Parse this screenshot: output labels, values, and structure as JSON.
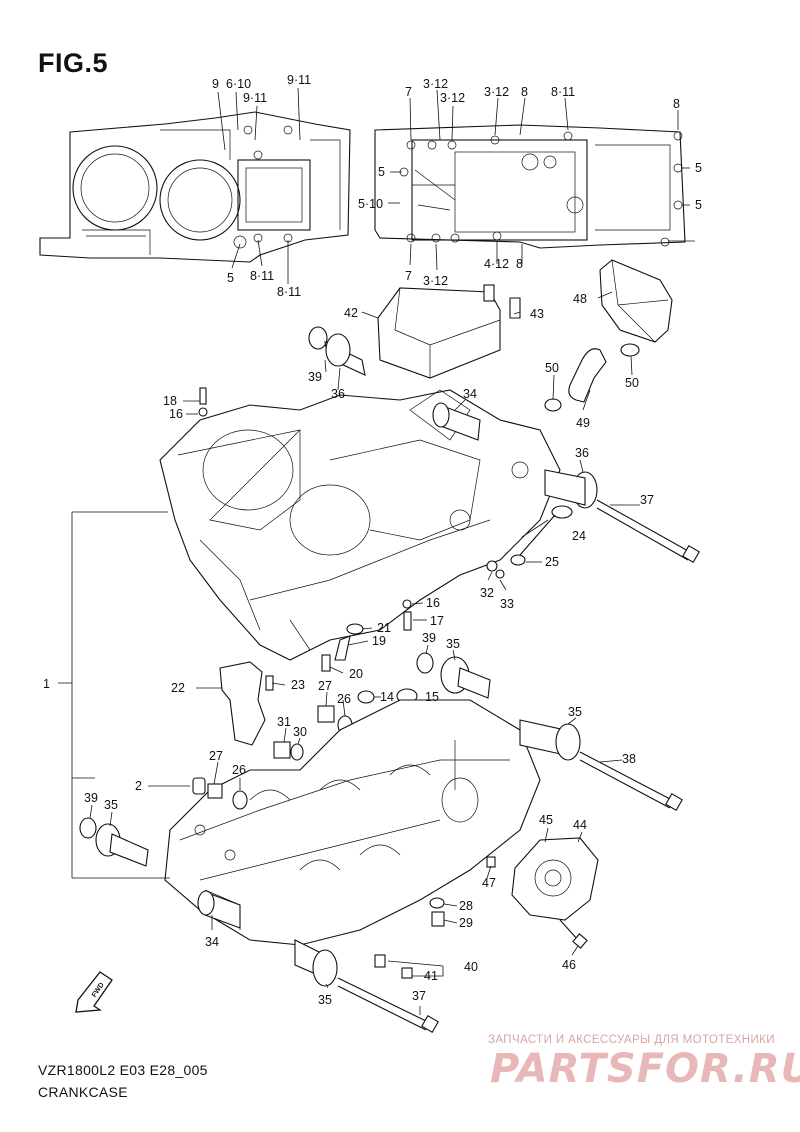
{
  "figure": {
    "title": "FIG.5"
  },
  "footer": {
    "model_code": "VZR1800L2 E03 E28_005",
    "caption": "CRANKCASE"
  },
  "watermark": {
    "tagline": "ЗАПЧАСТИ И АКСЕССУАРЫ ДЛЯ МОТОТЕХНИКИ",
    "brand": "PARTSFOR.RU"
  },
  "fwd_icon": {
    "label": "FWD"
  },
  "callouts": [
    "9",
    "6·10",
    "9·11",
    "9·11",
    "5",
    "8·11",
    "8·11",
    "7",
    "3·12",
    "3·12",
    "3·12",
    "8",
    "8·11",
    "8",
    "5",
    "5",
    "5",
    "5·10",
    "7",
    "3·12",
    "4·12",
    "8",
    "42",
    "43",
    "48",
    "39",
    "36",
    "50",
    "50",
    "49",
    "18",
    "16",
    "34",
    "36",
    "37",
    "24",
    "25",
    "32",
    "33",
    "16",
    "17",
    "21",
    "19",
    "20",
    "39",
    "35",
    "1",
    "22",
    "23",
    "27",
    "26",
    "14",
    "15",
    "31",
    "30",
    "35",
    "38",
    "27",
    "26",
    "2",
    "39",
    "35",
    "45",
    "44",
    "47",
    "28",
    "29",
    "34",
    "40",
    "41",
    "46",
    "35",
    "37"
  ]
}
